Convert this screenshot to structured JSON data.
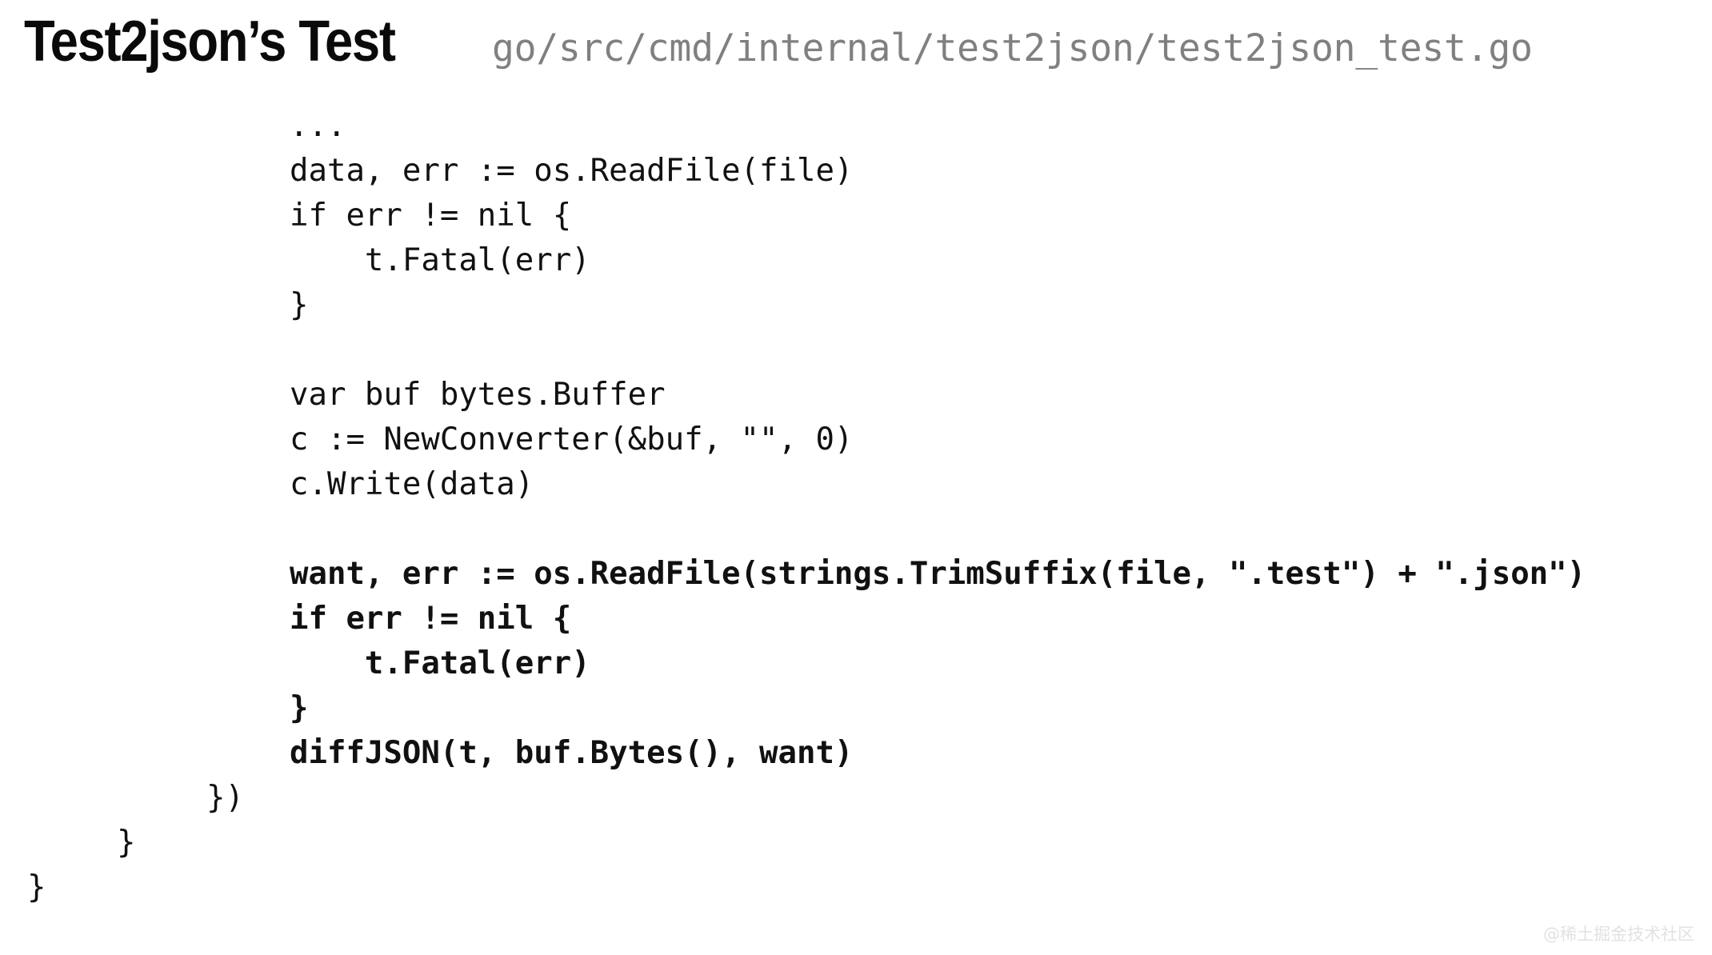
{
  "header": {
    "title": "Test2json’s Test",
    "file_path": "go/src/cmd/internal/test2json/test2json_test.go",
    "title_color": "#0a0a0a",
    "path_color": "#808080"
  },
  "code": {
    "language": "go",
    "lines": [
      {
        "text": "...",
        "bold": false,
        "indent": 0
      },
      {
        "text": "data, err := os.ReadFile(file)",
        "bold": false,
        "indent": 0
      },
      {
        "text": "if err != nil {",
        "bold": false,
        "indent": 0
      },
      {
        "text": "    t.Fatal(err)",
        "bold": false,
        "indent": 0
      },
      {
        "text": "}",
        "bold": false,
        "indent": 0
      },
      {
        "text": "",
        "bold": false,
        "indent": 0
      },
      {
        "text": "var buf bytes.Buffer",
        "bold": false,
        "indent": 0
      },
      {
        "text": "c := NewConverter(&buf, \"\", 0)",
        "bold": false,
        "indent": 0
      },
      {
        "text": "c.Write(data)",
        "bold": false,
        "indent": 0
      },
      {
        "text": "",
        "bold": false,
        "indent": 0
      },
      {
        "text": "want, err := os.ReadFile(strings.TrimSuffix(file, \".test\") + \".json\")",
        "bold": true,
        "indent": 0
      },
      {
        "text": "if err != nil {",
        "bold": true,
        "indent": 0
      },
      {
        "text": "    t.Fatal(err)",
        "bold": true,
        "indent": 0
      },
      {
        "text": "}",
        "bold": true,
        "indent": 0
      },
      {
        "text": "diffJSON(t, buf.Bytes(), want)",
        "bold": true,
        "indent": 0
      },
      {
        "text": "})",
        "bold": false,
        "indent": 1
      },
      {
        "text": "}",
        "bold": false,
        "indent": 2
      },
      {
        "text": "}",
        "bold": false,
        "indent": 3
      }
    ]
  },
  "watermark": {
    "text": "@稀土掘金技术社区",
    "color": "#e2e2e2"
  }
}
